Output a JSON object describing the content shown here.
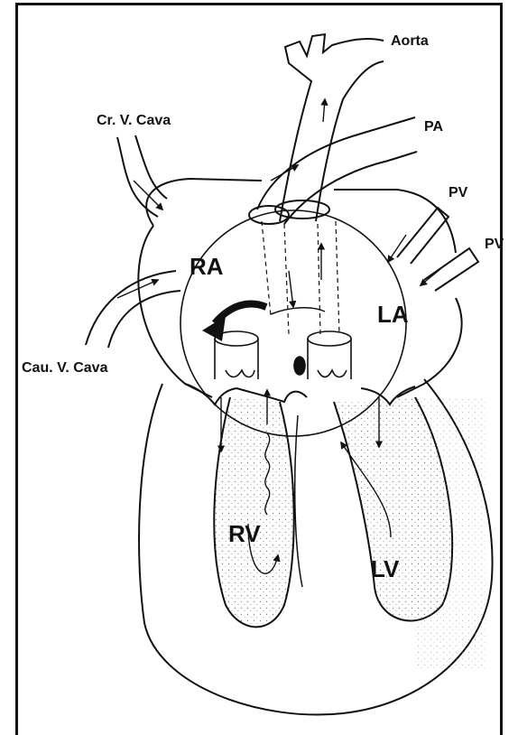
{
  "labels": {
    "aorta": "Aorta",
    "pa": "PA",
    "cr_v_cava": "Cr. V. Cava",
    "pv_upper": "PV",
    "pv_lower": "PV",
    "ra": "RA",
    "la": "LA",
    "cau_v_cava": "Cau. V. Cava",
    "rv": "RV",
    "lv": "LV"
  },
  "colors": {
    "line": "#111111",
    "background": "#ffffff",
    "stipple": "#8a8a8a"
  }
}
